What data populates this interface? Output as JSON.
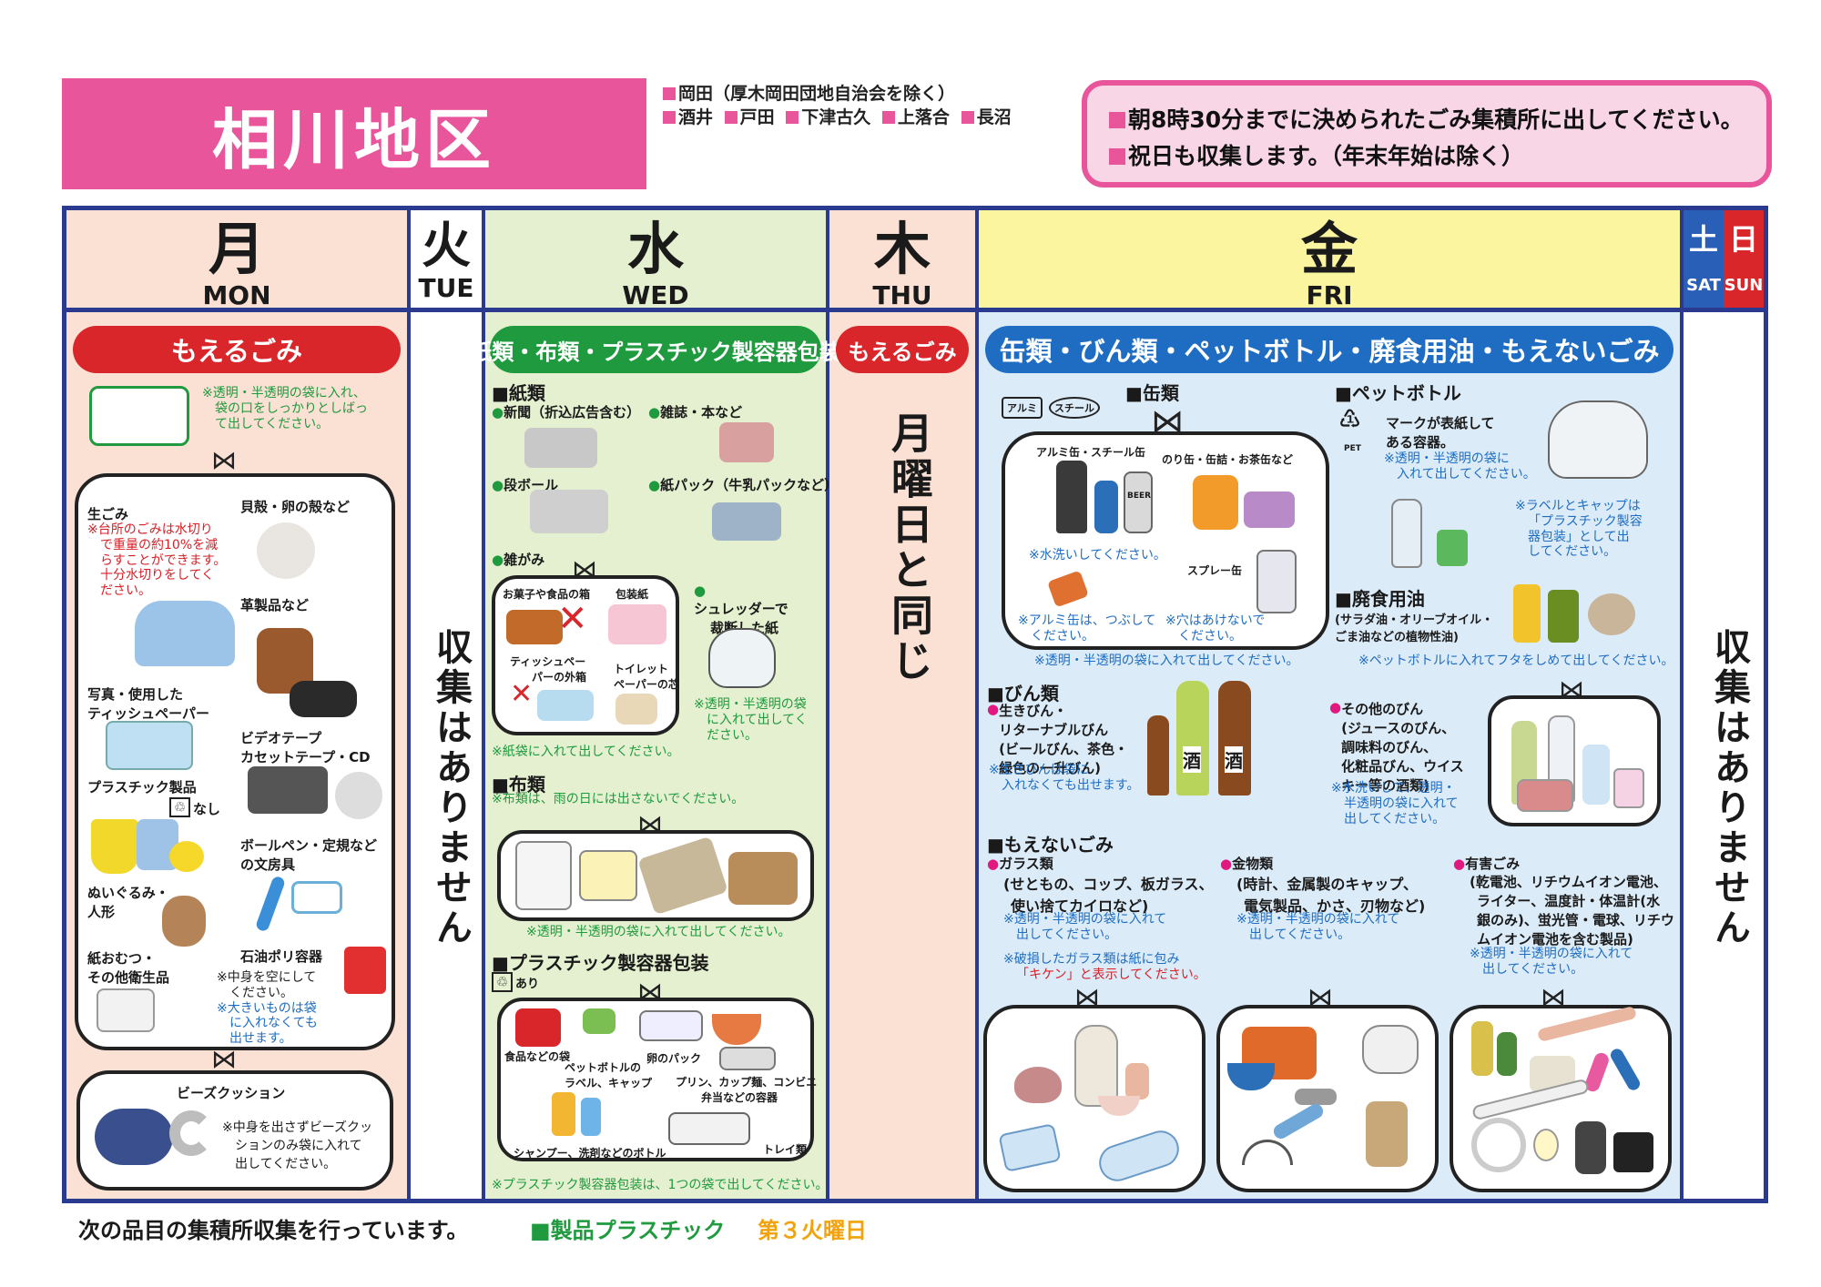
{
  "header": {
    "title": "相川地区",
    "districts_line1": "岡田（厚木岡田団地自治会を除く）",
    "districts_line2": [
      "酒井",
      "戸田",
      "下津古久",
      "上落合",
      "長沼"
    ],
    "notice": [
      "朝8時30分までに決められたごみ集積所に出してください。",
      "祝日も収集します。（年末年始は除く）"
    ]
  },
  "colors": {
    "pink": "#e8559b",
    "navy": "#2a3a8f",
    "red": "#d9262b",
    "green": "#1f9a3e",
    "blue": "#1e6dc2"
  },
  "days": {
    "mon": {
      "kanji": "月",
      "en": "MON"
    },
    "tue": {
      "kanji": "火",
      "en": "TUE"
    },
    "wed": {
      "kanji": "水",
      "en": "WED"
    },
    "thu": {
      "kanji": "木",
      "en": "THU"
    },
    "fri": {
      "kanji": "金",
      "en": "FRI"
    },
    "sat": {
      "kanji": "土",
      "en": "SAT"
    },
    "sun": {
      "kanji": "日",
      "en": "SUN"
    }
  },
  "monday": {
    "category": "もえるごみ",
    "bag_note": [
      "※透明・半透明の袋に入れ、",
      "袋の口をしっかりとしばっ",
      "て出してください。"
    ],
    "items": {
      "namagomi": "生ごみ",
      "namagomi_note": [
        "※台所のごみは水切り",
        "で重量の約10%を減",
        "らすことができます。",
        "十分水切りをしてく",
        "ださい。"
      ],
      "shells": "貝殻・卵の殻など",
      "leather": "革製品など",
      "photo": [
        "写真・使用した",
        "ティッシュペーパー"
      ],
      "video": [
        "ビデオテープ",
        "カセットテープ・CD"
      ],
      "plastic": "プラスチック製品",
      "plastic_mark": "なし",
      "pen": [
        "ボールペン・定規など",
        "の文房具"
      ],
      "plush": [
        "ぬいぐるみ・",
        "人形"
      ],
      "diaper": [
        "紙おむつ・",
        "その他衛生品"
      ],
      "tank": "石油ポリ容器",
      "tank_note": [
        "※中身を空にして",
        "ください。",
        "※大きいものは袋",
        "に入れなくても",
        "出せます。"
      ],
      "beads": "ビーズクッション",
      "beads_note": [
        "※中身を出さずビーズクッ",
        "ションのみ袋に入れて",
        "出してください。"
      ]
    }
  },
  "tuesday": {
    "text": "収集はありません"
  },
  "wednesday": {
    "category": "紙類・布類・プラスチック製容器包装",
    "paper": "紙類",
    "newspaper": "新聞（折込広告含む）",
    "magazine": "雑誌・本など",
    "cardboard": "段ボール",
    "carton": "紙パック（牛乳パックなど）",
    "misc_paper": "雑がみ",
    "snack_box": "お菓子や食品の箱",
    "wrapping": "包装紙",
    "tissue_box": [
      "ティッシュペー",
      "パーの外箱"
    ],
    "toilet_core": [
      "トイレット",
      "ペーパーの芯"
    ],
    "shredder": [
      "シュレッダーで",
      "裁断した紙"
    ],
    "shredder_note": [
      "※透明・半透明の袋",
      "に入れて出してく",
      "ださい。"
    ],
    "paper_bag_note": "※紙袋に入れて出してください。",
    "cloth": "布類",
    "cloth_note": "※布類は、雨の日には出さないでください。",
    "cloth_bag_note": "※透明・半透明の袋に入れて出してください。",
    "plastic_pkg": "プラスチック製容器包装",
    "plastic_mark": "あり",
    "food_bag": "食品などの袋",
    "pet_label": [
      "ペットボトルの",
      "ラベル、キャップ"
    ],
    "egg_pack": "卵のパック",
    "pudding": [
      "プリン、カップ麺、コンビニ",
      "弁当などの容器"
    ],
    "shampoo": "シャンプー、洗剤などのボトル",
    "tray": "トレイ類",
    "plastic_note": "※プラスチック製容器包装は、1つの袋で出してください。"
  },
  "thursday": {
    "category": "もえるごみ",
    "text": "月曜日と同じ"
  },
  "friday": {
    "category": "缶類・びん類・ペットボトル・廃食用油・もえないごみ",
    "cans": "缶類",
    "alu_steel": "アルミ缶・スチール缶",
    "nori_can": "のり缶・缶詰・お茶缶など",
    "wash_note": "※水洗いしてください。",
    "spray": "スプレー缶",
    "crush_note": [
      "※アルミ缶は、つぶして",
      "ください。"
    ],
    "hole_note": [
      "※穴はあけないで",
      "ください。"
    ],
    "can_bag_note": "※透明・半透明の袋に入れて出してください。",
    "mark_alumi": "アルミ",
    "mark_steel": "スチール",
    "pet": "ペットボトル",
    "pet_mark_text": "PET",
    "pet_desc": [
      "マークが表紙して",
      "ある容器。"
    ],
    "pet_bag_note": [
      "※透明・半透明の袋に",
      "入れて出してください。"
    ],
    "pet_label_note": [
      "※ラベルとキャップは",
      "「プラスチック製容",
      "器包装」として出",
      "してください。"
    ],
    "oil": "廃食用油",
    "oil_desc": [
      "(サラダ油・オリーブオイル・",
      "ごま油などの植物性油)"
    ],
    "oil_note": "※ペットボトルに入れてフタをしめて出してください。",
    "bottles": "びん類",
    "returnable": [
      "生きびん・",
      "リターナブルびん",
      "(ビールびん、茶色・",
      "緑色の一升びん)"
    ],
    "returnable_note": [
      "※生きびんは袋に",
      "入れなくても出せます。"
    ],
    "sake_label": "酒",
    "beer_label": "BEER",
    "other_bottles": [
      "その他のびん",
      "(ジュースのびん、",
      "調味料のびん、",
      "化粧品びん、ウイス",
      "キー等の酒類)"
    ],
    "other_bottles_note": [
      "※水洗いして、透明・",
      "半透明の袋に入れて",
      "出してください。"
    ],
    "nonburn": "もえないごみ",
    "glass": "ガラス類",
    "glass_desc": [
      "(せともの、コップ、板ガラス、",
      "使い捨てカイロなど)"
    ],
    "glass_note": [
      "※透明・半透明の袋に入れて",
      "出してください。"
    ],
    "glass_warn": [
      "※破損したガラス類は紙に包み",
      "「キケン」と表示してください。"
    ],
    "metal": "金物類",
    "metal_desc": [
      "(時計、金属製のキャップ、",
      "電気製品、かさ、刃物など)"
    ],
    "metal_note": [
      "※透明・半透明の袋に入れて",
      "出してください。"
    ],
    "hazard": "有害ごみ",
    "hazard_desc": [
      "(乾電池、リチウムイオン電池、",
      "ライター、温度計・体温計(水",
      "銀のみ)、蛍光管・電球、リチウ",
      "ムイオン電池を含む製品)"
    ],
    "hazard_note": [
      "※透明・半透明の袋に入れて",
      "出してください。"
    ]
  },
  "weekend": {
    "text": "収集はありません"
  },
  "footer": {
    "text": "次の品目の集積所収集を行っています。",
    "item": "■製品プラスチック",
    "schedule": "第３火曜日"
  }
}
